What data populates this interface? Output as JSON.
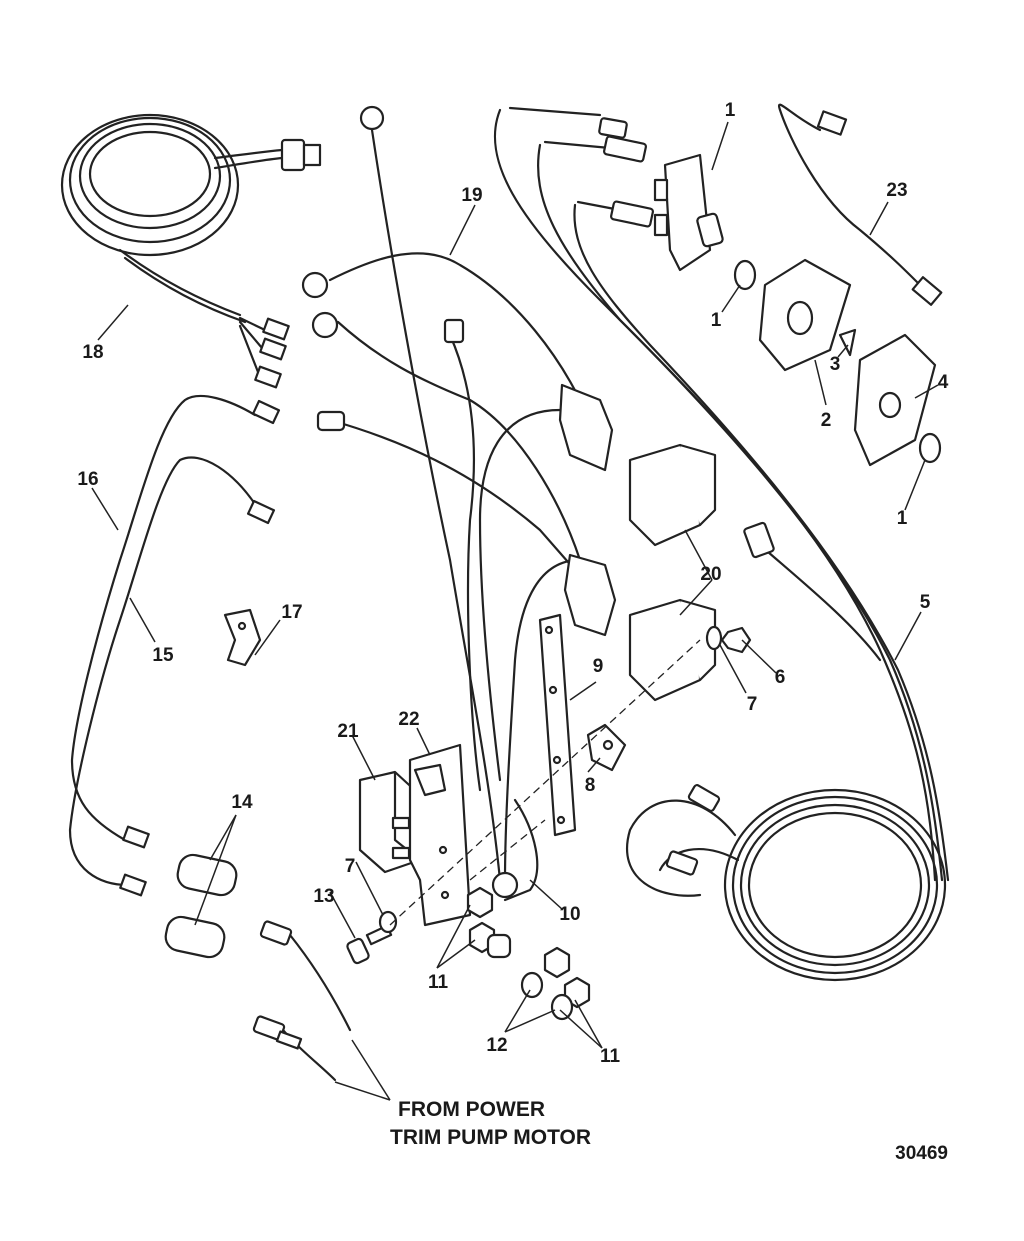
{
  "callouts": {
    "c1a": "1",
    "c1b": "1",
    "c1c": "1",
    "c2": "2",
    "c3": "3",
    "c4": "4",
    "c5": "5",
    "c6": "6",
    "c7a": "7",
    "c7b": "7",
    "c8": "8",
    "c9": "9",
    "c10": "10",
    "c11a": "11",
    "c11b": "11",
    "c12": "12",
    "c13": "13",
    "c14": "14",
    "c15": "15",
    "c16": "16",
    "c17": "17",
    "c18": "18",
    "c19": "19",
    "c20": "20",
    "c21": "21",
    "c22": "22",
    "c23": "23"
  },
  "note": {
    "line1": "FROM POWER",
    "line2": "TRIM PUMP MOTOR"
  },
  "figure_number": "30469"
}
